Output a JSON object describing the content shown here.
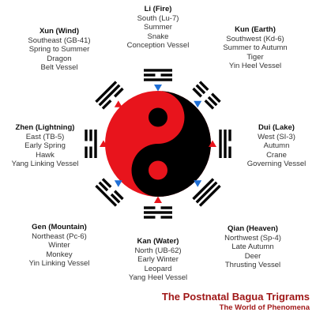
{
  "trigrams": [
    {
      "key": "li",
      "name": "Li (Fire)",
      "lines": [
        "South (Lu-7)",
        "Summer",
        "Snake",
        "Conception Vessel"
      ],
      "pattern": "101",
      "marker": "down"
    },
    {
      "key": "kun",
      "name": "Kun (Earth)",
      "lines": [
        "Southwest (Kd-6)",
        "Summer to Autumn",
        "Tiger",
        "Yin Heel Vessel"
      ],
      "pattern": "000",
      "marker": "down"
    },
    {
      "key": "dui",
      "name": "Dui (Lake)",
      "lines": [
        "West (SI-3)",
        "Autumn",
        "Crane",
        "Governing Vessel"
      ],
      "pattern": "011",
      "marker": "up"
    },
    {
      "key": "qian",
      "name": "Qian (Heaven)",
      "lines": [
        "Northwest (Sp-4)",
        "Late Autumn",
        "Deer",
        "Thrusting Vessel"
      ],
      "pattern": "111",
      "marker": "down"
    },
    {
      "key": "kan",
      "name": "Kan (Water)",
      "lines": [
        "North (UB-62)",
        "Early Winter",
        "Leopard",
        "Yang Heel Vessel"
      ],
      "pattern": "010",
      "marker": "up"
    },
    {
      "key": "gen",
      "name": "Gen (Mountain)",
      "lines": [
        "Northeast (Pc-6)",
        "Winter",
        "Monkey",
        "Yin Linking Vessel"
      ],
      "pattern": "100",
      "marker": "down"
    },
    {
      "key": "zhen",
      "name": "Zhen (Lightning)",
      "lines": [
        "East (TB-5)",
        "Early Spring",
        "Hawk",
        "Yang Linking Vessel"
      ],
      "pattern": "001",
      "marker": "up"
    },
    {
      "key": "xun",
      "name": "Xun (Wind)",
      "lines": [
        "Southeast (GB-41)",
        "Spring to Summer",
        "Dragon",
        "Belt Vessel"
      ],
      "pattern": "110",
      "marker": "up"
    }
  ],
  "footer": {
    "title": "The Postnatal Bagua Trigrams",
    "subtitle": "The World of Phenomena"
  },
  "colors": {
    "yang": "#e8141c",
    "yin": "#000000",
    "marker_up": "#e8141c",
    "marker_down": "#1f6fd6",
    "footer": "#a01818"
  }
}
